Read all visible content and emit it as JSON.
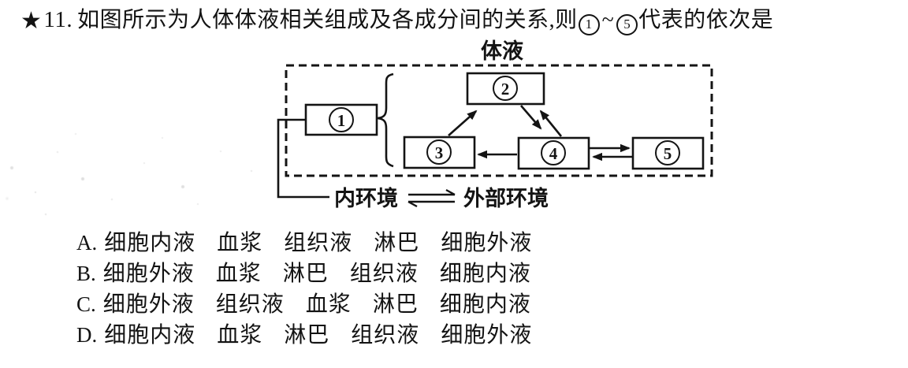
{
  "question": {
    "star_icon": "★",
    "number": "11.",
    "stem_prefix": "如图所示为人体体液相关组成及各成分间的关系,则",
    "range_from": "1",
    "range_tilde": "~",
    "range_to": "5",
    "stem_suffix": "代表的依次是"
  },
  "diagram": {
    "top_label": "体液",
    "boxes": [
      {
        "digit": "1"
      },
      {
        "digit": "2"
      },
      {
        "digit": "3"
      },
      {
        "digit": "4"
      },
      {
        "digit": "5"
      }
    ],
    "bottom_left_label": "内环境",
    "bottom_right_label": "外部环境",
    "icons": {
      "equilibrium": "reversible-reaction-double-harpoon",
      "brace": "left-curly-brace-grouping"
    },
    "relations": [
      "box3 -> box2",
      "box2 -> box4",
      "box4 -> box2",
      "box4 -> box3",
      "box4 -> box5",
      "box5 -> box4",
      "box1 - elbow-line -> 内环境"
    ]
  },
  "options": [
    {
      "label": "A.",
      "items": [
        "细胞内液",
        "血浆",
        "组织液",
        "淋巴",
        "细胞外液"
      ]
    },
    {
      "label": "B.",
      "items": [
        "细胞外液",
        "血浆",
        "淋巴",
        "组织液",
        "细胞内液"
      ]
    },
    {
      "label": "C.",
      "items": [
        "细胞外液",
        "组织液",
        "血浆",
        "淋巴",
        "细胞内液"
      ]
    },
    {
      "label": "D.",
      "items": [
        "细胞内液",
        "血浆",
        "淋巴",
        "组织液",
        "细胞外液"
      ]
    }
  ],
  "colors": {
    "ink": "#141414",
    "background": "#ffffff"
  }
}
